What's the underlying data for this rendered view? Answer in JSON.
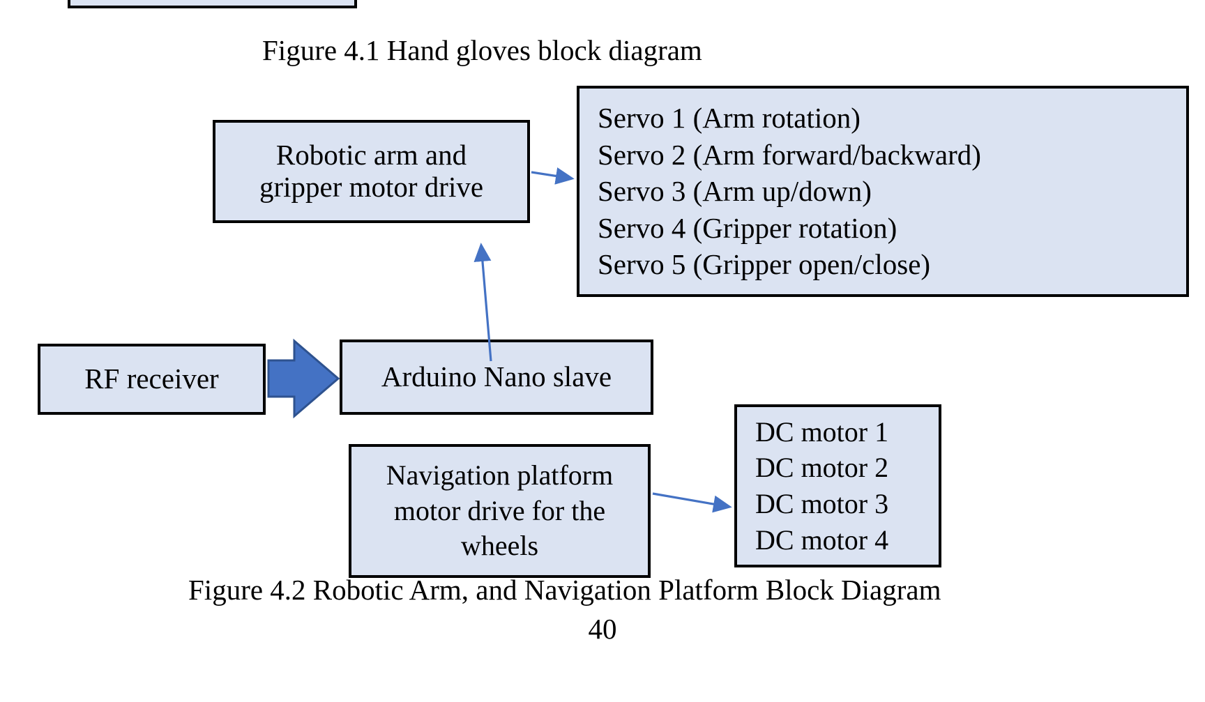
{
  "page": {
    "page_number": "40",
    "background_color": "#ffffff",
    "box_fill_color": "#dbe3f2",
    "box_border_color": "#000000",
    "arrow_color": "#4472c4",
    "block_arrow_fill": "#4472c4",
    "block_arrow_stroke": "#2e528f"
  },
  "captions": {
    "figure_41": "Figure 4.1 Hand gloves block diagram",
    "figure_42": "Figure 4.2 Robotic Arm, and Navigation Platform Block Diagram"
  },
  "diagram": {
    "boxes": {
      "top_partial": {
        "label": ""
      },
      "robotic_arm_drive": {
        "line1": "Robotic arm and",
        "line2": "gripper motor drive"
      },
      "servos": {
        "items": [
          "Servo 1 (Arm rotation)",
          "Servo 2 (Arm forward/backward)",
          "Servo 3 (Arm up/down)",
          "Servo 4 (Gripper rotation)",
          "Servo 5 (Gripper open/close)"
        ]
      },
      "rf_receiver": {
        "label": "RF receiver"
      },
      "arduino_nano_slave": {
        "label": "Arduino Nano slave"
      },
      "navigation_platform_drive": {
        "line1": "Navigation platform",
        "line2": "motor drive for the",
        "line3": "wheels"
      },
      "dc_motors": {
        "items": [
          "DC motor 1",
          "DC motor 2",
          "DC motor 3",
          "DC motor 4"
        ]
      }
    },
    "connectors": [
      {
        "name": "rf-to-arduino",
        "style": "block-arrow",
        "from": "rf_receiver",
        "to": "arduino_nano_slave"
      },
      {
        "name": "arduino-to-robotic-arm-drive",
        "style": "thin-arrow",
        "from": "arduino_nano_slave",
        "to": "robotic_arm_drive"
      },
      {
        "name": "robotic-arm-drive-to-servos",
        "style": "thin-arrow",
        "from": "robotic_arm_drive",
        "to": "servos"
      },
      {
        "name": "navigation-drive-to-dc-motors",
        "style": "thin-arrow",
        "from": "navigation_platform_drive",
        "to": "dc_motors"
      }
    ]
  }
}
